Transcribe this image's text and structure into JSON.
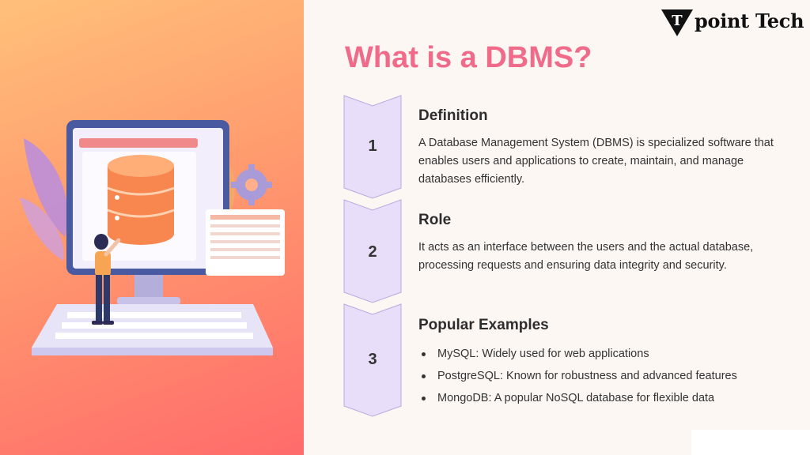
{
  "brand": {
    "logo_letter": "T",
    "logo_text": "point Tech"
  },
  "title": "What is a DBMS?",
  "steps": [
    {
      "number": "1",
      "heading": "Definition",
      "text": "A Database Management System (DBMS) is specialized software that enables users and applications to create, maintain, and manage databases efficiently."
    },
    {
      "number": "2",
      "heading": "Role",
      "text": "It acts as an interface between the users and the actual database, processing requests and ensuring data integrity and security."
    },
    {
      "number": "3",
      "heading": "Popular Examples",
      "bullets": [
        "MySQL: Widely used for web applications",
        "PostgreSQL: Known for robustness and advanced features",
        "MongoDB: A popular NoSQL database for flexible data"
      ]
    }
  ],
  "colors": {
    "title": "#f06b8a",
    "step_fill": "#e9defa",
    "step_stroke": "#b9a8e0",
    "gradient_top": "#ffc07a",
    "gradient_bottom": "#ff6b6b"
  },
  "illustration": "database-monitor-illustration"
}
